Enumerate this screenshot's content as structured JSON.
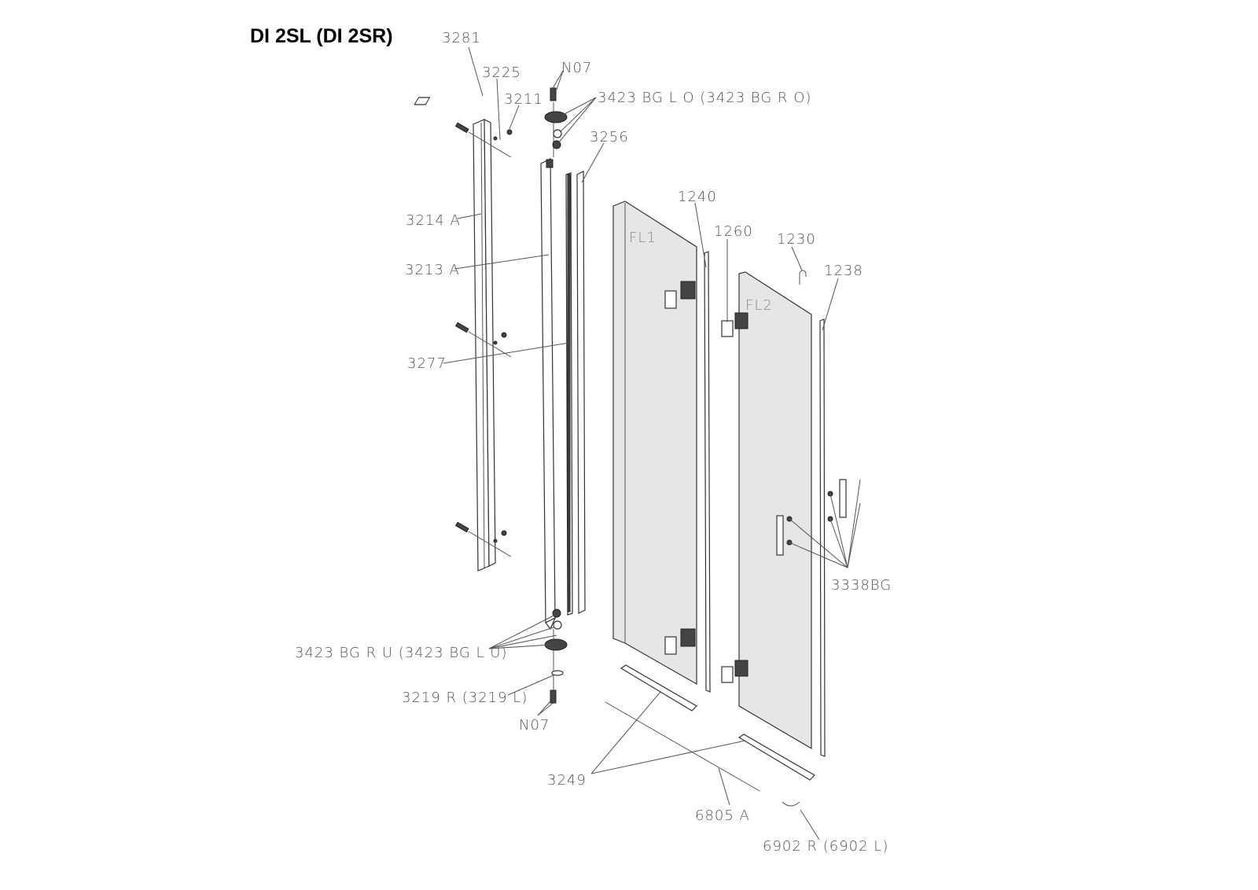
{
  "title": "DI 2SL (DI 2SR)",
  "labels": {
    "p3281": "3281",
    "p3225": "3225",
    "p3211": "3211",
    "n07_top": "N07",
    "p3423_top": "3423 BG L O (3423 BG R O)",
    "p3256": "3256",
    "p3214": "3214 A",
    "p3213": "3213 A",
    "p3277": "3277",
    "p1240": "1240",
    "p1260": "1260",
    "p1230": "1230",
    "p1238": "1238",
    "fl1": "FL1",
    "fl2": "FL2",
    "p3338": "3338BG",
    "p3423_bottom": "3423 BG R U (3423 BG L U)",
    "p3219": "3219 R (3219 L)",
    "n07_bottom": "N07",
    "p3249": "3249",
    "p6805": "6805 A",
    "p6902": "6902 R (6902 L)"
  }
}
